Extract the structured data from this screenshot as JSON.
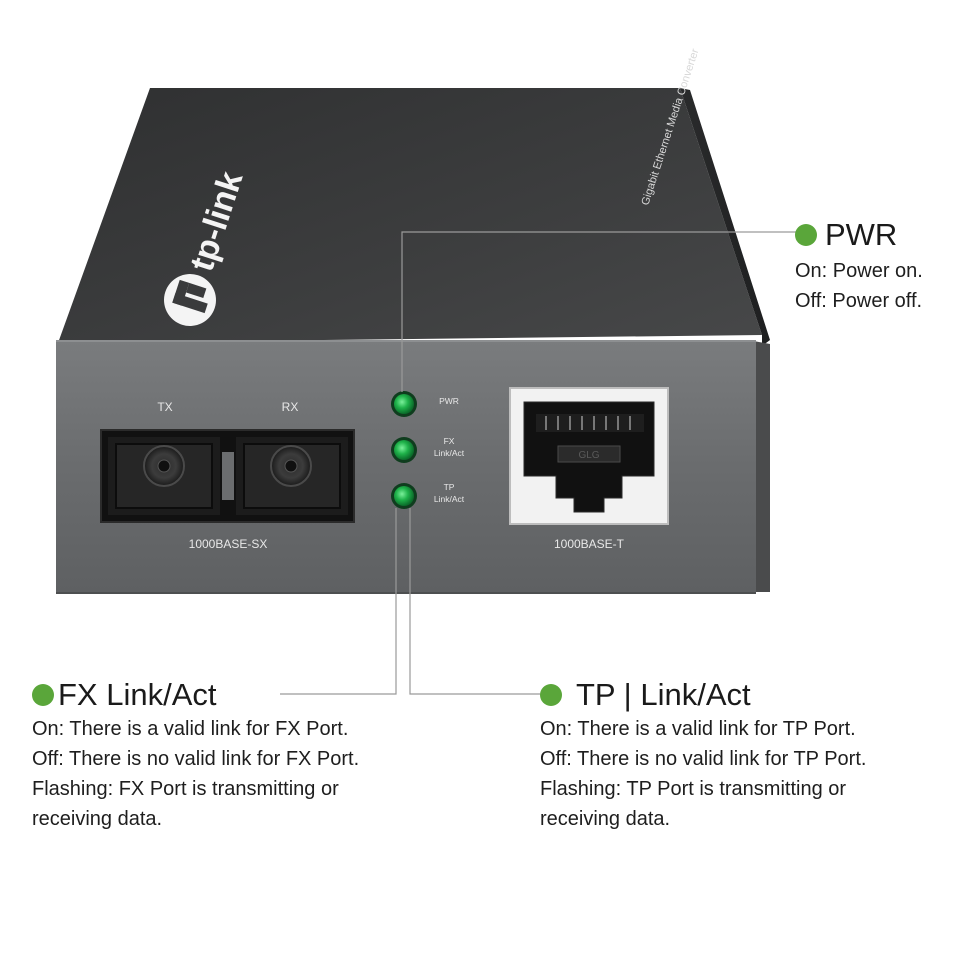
{
  "colors": {
    "accent_green": "#5aa63a",
    "led_green": "#1fb24a",
    "panel_front": "#6b6d6f",
    "panel_top": "#3a3b3c",
    "leader_line": "#9a9a9a"
  },
  "device": {
    "brand_logo": "tp-link",
    "side_text": "Gigabit Ethernet Media Converter",
    "front": {
      "tx_label": "TX",
      "rx_label": "RX",
      "fiber_port_label": "1000BASE-SX",
      "rj45_port_label": "1000BASE-T",
      "rj45_inner_text": "GLG",
      "leds": [
        {
          "id": "pwr",
          "label_lines": [
            "PWR"
          ]
        },
        {
          "id": "fx",
          "label_lines": [
            "FX",
            "Link/Act"
          ]
        },
        {
          "id": "tp",
          "label_lines": [
            "TP",
            "Link/Act"
          ]
        }
      ]
    }
  },
  "callouts": {
    "pwr": {
      "title": "PWR",
      "lines": [
        "On: Power on.",
        "Off: Power off."
      ]
    },
    "fx": {
      "title": "FX Link/Act",
      "lines": [
        "On: There is a valid link for FX Port.",
        "Off: There is no valid link for FX Port.",
        "Flashing: FX Port is transmitting or",
        "receiving data."
      ]
    },
    "tp": {
      "title": "TP | Link/Act",
      "lines": [
        "On: There is a valid link for TP Port.",
        "Off: There is no valid link for TP Port.",
        "Flashing: TP Port is transmitting or",
        "receiving data."
      ]
    }
  }
}
